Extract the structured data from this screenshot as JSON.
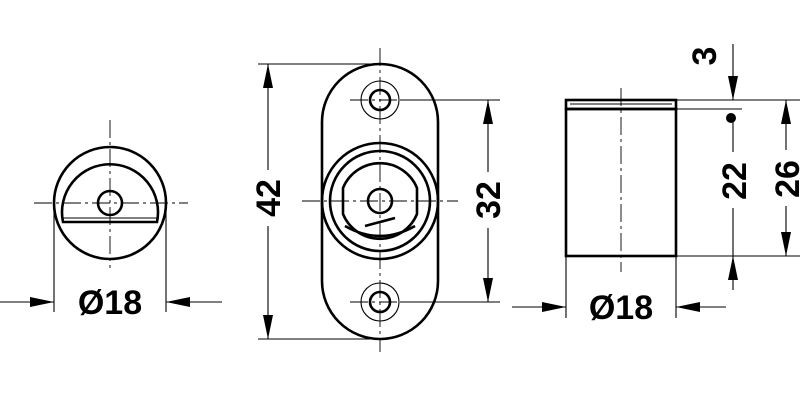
{
  "dimensions": {
    "front_diameter": "Ø18",
    "hole_spacing": "32",
    "total_length": "42",
    "side_diameter": "Ø18",
    "height_total": "26",
    "height_body": "22",
    "collar_height": "3"
  }
}
